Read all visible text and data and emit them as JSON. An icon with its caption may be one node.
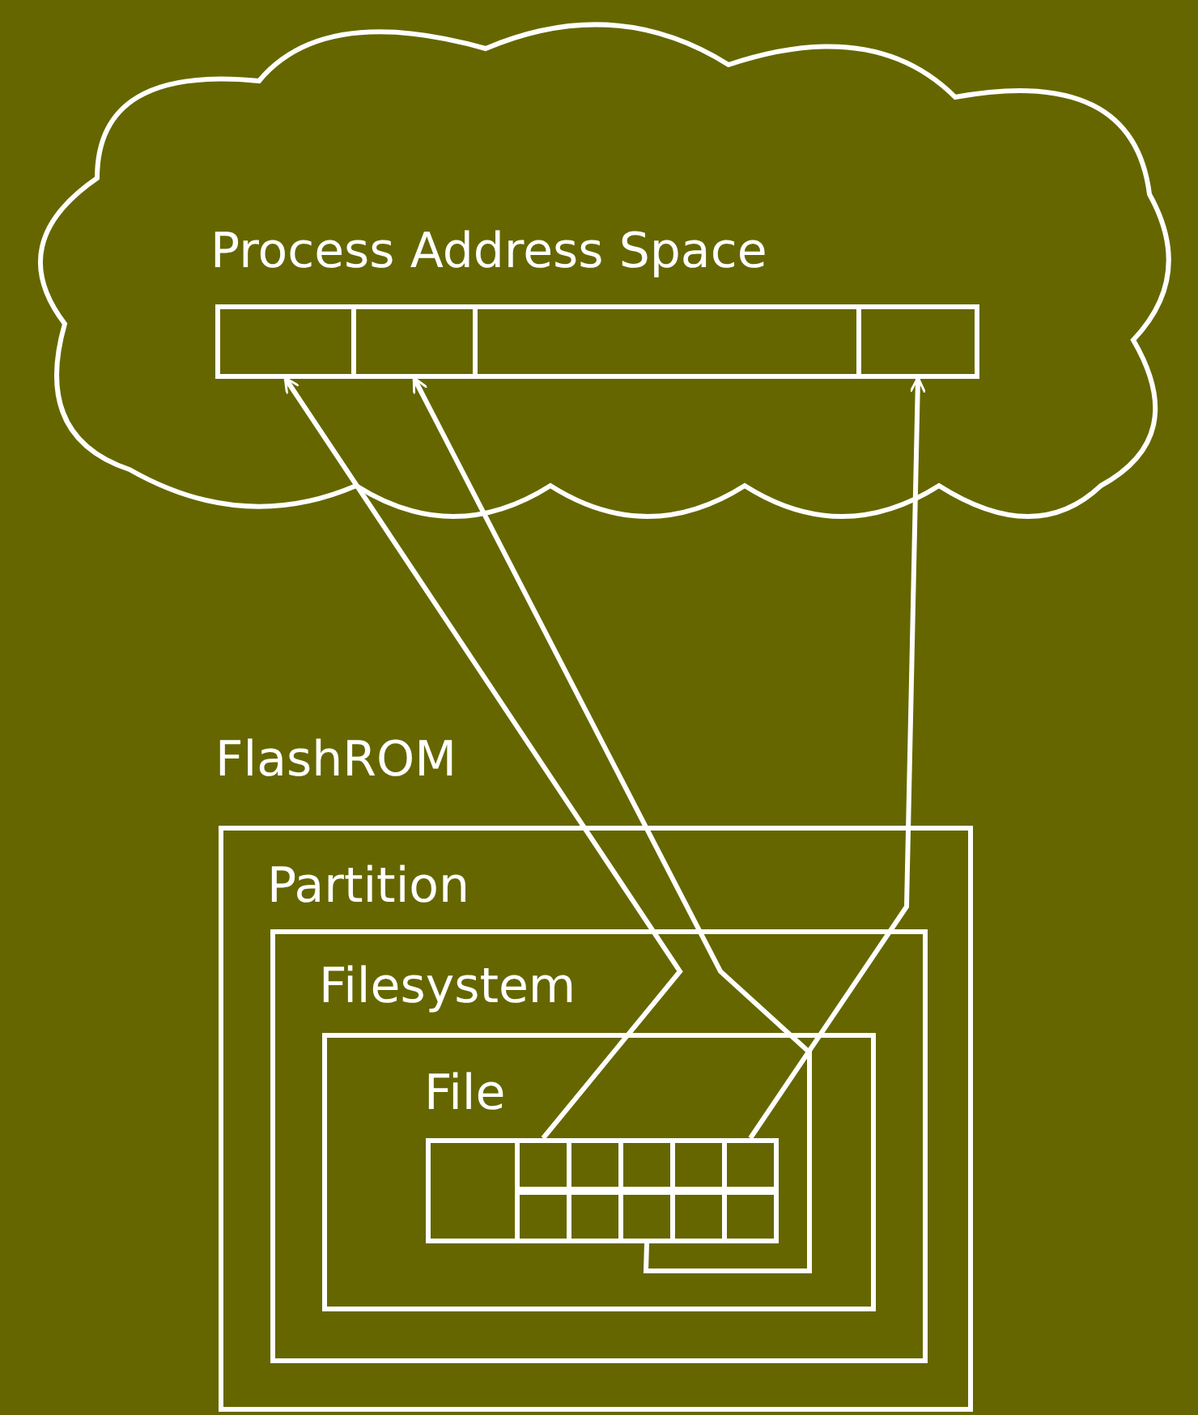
{
  "diagram": {
    "nodes": [
      {
        "text": [
          "Process Address Space"
        ]
      },
      {
        "text": [],
        "shape": "box",
        "in": 0
      },
      {
        "text": [],
        "shape": "box",
        "in": 0
      },
      {
        "text": [],
        "shape": "box",
        "in": 0
      },
      {
        "text": [],
        "shape": "box",
        "in": 0
      },
      {
        "text": [
          "FlashROM"
        ]
      },
      {
        "text": [
          "Partition"
        ],
        "in": 5
      },
      {
        "text": [
          "Filesystem"
        ],
        "in": 6
      },
      {
        "text": [
          "File"
        ],
        "in": 7
      },
      {
        "text": [],
        "shape": "box",
        "in": 8
      },
      {
        "text": [],
        "shape": "box",
        "in": 8
      },
      {
        "text": [],
        "shape": "box",
        "in": 8
      },
      {
        "text": [],
        "shape": "box",
        "in": 8
      },
      {
        "text": [],
        "shape": "box",
        "in": 8
      },
      {
        "text": [],
        "shape": "box",
        "in": 8
      },
      {
        "text": [],
        "shape": "box",
        "in": 8
      },
      {
        "text": [],
        "shape": "box",
        "in": 8
      },
      {
        "text": [],
        "shape": "box",
        "in": 8
      },
      {
        "text": [],
        "shape": "box",
        "in": 8
      },
      {
        "text": [],
        "shape": "box",
        "in": 8
      }
    ],
    "edges": [
      {
        "from": 10,
        "to": 1,
        "arrow": "to"
      },
      {
        "from": 17,
        "to": 2,
        "arrow": "to"
      },
      {
        "from": 14,
        "to": 4,
        "arrow": "to"
      }
    ]
  }
}
